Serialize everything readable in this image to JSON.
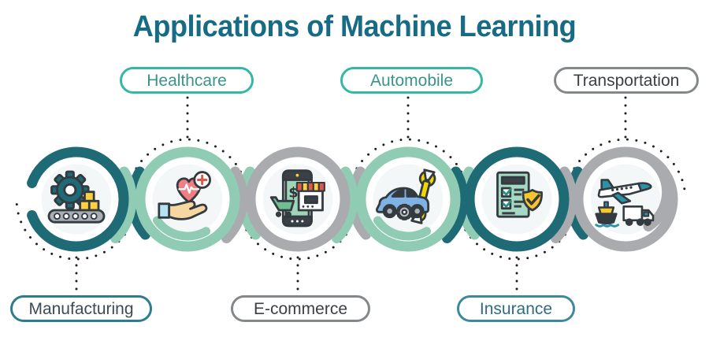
{
  "title": {
    "text": "Applications of Machine Learning",
    "color": "#186b85"
  },
  "dot_color": "#1f1f1f",
  "background_color": "#ffffff",
  "inner_disc_color": "#f4f7f7",
  "items": [
    {
      "id": "manufacturing",
      "label": "Manufacturing",
      "label_position": "bottom",
      "pill_border_color": "#2f7b90",
      "pill_text_color": "#3d4b54",
      "ring_color": "#1e6b76",
      "icon": "gear-conveyor-icon"
    },
    {
      "id": "healthcare",
      "label": "Healthcare",
      "label_position": "top",
      "pill_border_color": "#35b7a5",
      "pill_text_color": "#3a9589",
      "ring_color": "#90ccb4",
      "icon": "heart-hand-icon"
    },
    {
      "id": "ecommerce",
      "label": "E-commerce",
      "label_position": "bottom",
      "pill_border_color": "#85888b",
      "pill_text_color": "#3b4045",
      "ring_color": "#a9abae",
      "icon": "mobile-store-icon"
    },
    {
      "id": "automobile",
      "label": "Automobile",
      "label_position": "top",
      "pill_border_color": "#35b7a5",
      "pill_text_color": "#3a9589",
      "ring_color": "#90ccb4",
      "icon": "car-service-icon"
    },
    {
      "id": "insurance",
      "label": "Insurance",
      "label_position": "bottom",
      "pill_border_color": "#40889e",
      "pill_text_color": "#2e6c84",
      "ring_color": "#1e6b76",
      "icon": "policy-shield-icon"
    },
    {
      "id": "transportation",
      "label": "Transportation",
      "label_position": "top",
      "pill_border_color": "#85888b",
      "pill_text_color": "#3b4045",
      "ring_color": "#a9abae",
      "icon": "plane-ship-truck-icon"
    }
  ]
}
